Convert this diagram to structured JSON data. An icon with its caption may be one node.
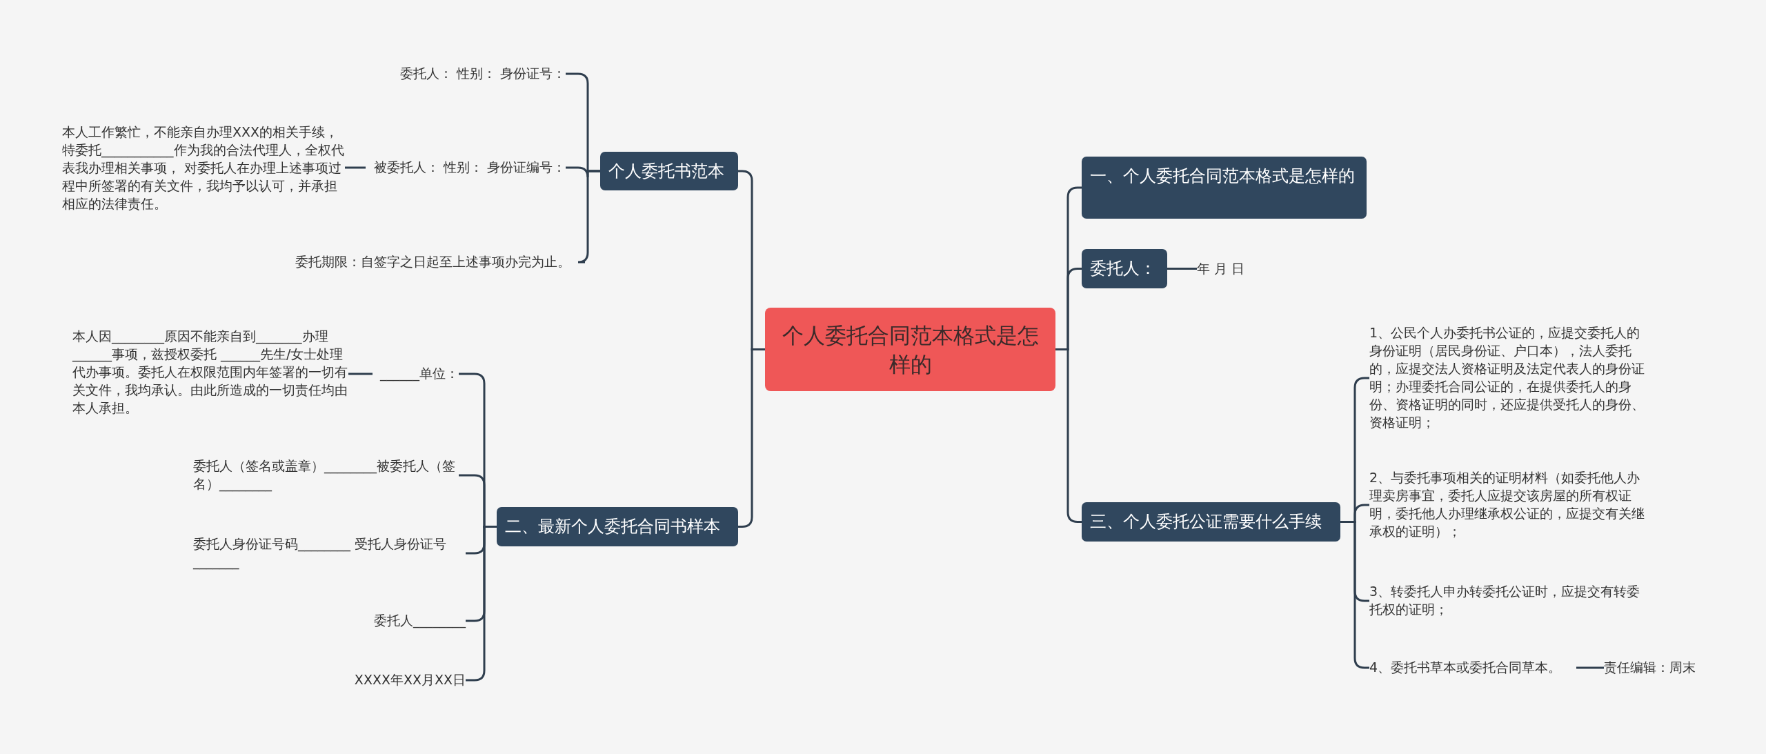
{
  "diagram": {
    "nodes": [
      {
        "text": [
          "个人委托合同范本格式是怎样的"
        ]
      },
      {
        "text": [
          "个人委托书范本"
        ]
      },
      {
        "text": [
          "委托人：  性别：  身份证号："
        ]
      },
      {
        "text": [
          "被委托人：  性别：  身份证编号："
        ]
      },
      {
        "text": [
          "本人工作繁忙，不能亲自办理XXX的相关手续，特委托___________作为我的合法代理人，全权代表我办理相关事项， 对委托人在办理上述事项过程中所签署的有关文件，我均予以认可，并承担相应的法律责任。"
        ]
      },
      {
        "text": [
          "委托期限：自签字之日起至上述事项办完为止。"
        ]
      },
      {
        "text": [
          "二、最新个人委托合同书样本"
        ]
      },
      {
        "text": [
          "______单位："
        ]
      },
      {
        "text": [
          "本人因________原因不能亲自到_______办理______事项，兹授权委托 ______先生/女士处理代办事项。委托人在权限范围内年签署的一切有关文件，我均承认。由此所造成的一切责任均由本人承担。"
        ]
      },
      {
        "text": [
          "委托人（签名或盖章）________被委托人（签名）________"
        ]
      },
      {
        "text": [
          "委托人身份证号码________ 受托人身份证号_______"
        ]
      },
      {
        "text": [
          "委托人________"
        ]
      },
      {
        "text": [
          "XXXX年XX月XX日"
        ]
      },
      {
        "text": [
          "一、个人委托合同范本格式是怎样的"
        ]
      },
      {
        "text": [
          "委托人："
        ]
      },
      {
        "text": [
          "年 月 日"
        ]
      },
      {
        "text": [
          "三、个人委托公证需要什么手续"
        ]
      },
      {
        "text": [
          "1、公民个人办委托书公证的，应提交委托人的身份证明（居民身份证、户口本），法人委托的，应提交法人资格证明及法定代表人的身份证明；办理委托合同公证的，在提供委托人的身份、资格证明的同时，还应提供受托人的身份、资格证明；"
        ]
      },
      {
        "text": [
          "2、与委托事项相关的证明材料（如委托他人办理卖房事宜，委托人应提交该房屋的所有权证明，委托他人办理继承权公证的，应提交有关继承权的证明）；"
        ]
      },
      {
        "text": [
          "3、转委托人申办转委托公证时，应提交有转委托权的证明；"
        ]
      },
      {
        "text": [
          "4、委托书草本或委托合同草本。"
        ]
      },
      {
        "text": [
          "责任编辑：周末"
        ]
      }
    ],
    "edges": [
      {
        "from": 0,
        "to": 1,
        "arrow": "none"
      },
      {
        "from": 0,
        "to": 6,
        "arrow": "none"
      },
      {
        "from": 0,
        "to": 13,
        "arrow": "none"
      },
      {
        "from": 0,
        "to": 14,
        "arrow": "none"
      },
      {
        "from": 0,
        "to": 16,
        "arrow": "none"
      },
      {
        "from": 1,
        "to": 2,
        "arrow": "none"
      },
      {
        "from": 1,
        "to": 3,
        "arrow": "none"
      },
      {
        "from": 1,
        "to": 5,
        "arrow": "none"
      },
      {
        "from": 3,
        "to": 4,
        "arrow": "none"
      },
      {
        "from": 6,
        "to": 7,
        "arrow": "none"
      },
      {
        "from": 6,
        "to": 9,
        "arrow": "none"
      },
      {
        "from": 6,
        "to": 10,
        "arrow": "none"
      },
      {
        "from": 6,
        "to": 11,
        "arrow": "none"
      },
      {
        "from": 6,
        "to": 12,
        "arrow": "none"
      },
      {
        "from": 7,
        "to": 8,
        "arrow": "none"
      },
      {
        "from": 14,
        "to": 15,
        "arrow": "none"
      },
      {
        "from": 16,
        "to": 17,
        "arrow": "none"
      },
      {
        "from": 16,
        "to": 18,
        "arrow": "none"
      },
      {
        "from": 16,
        "to": 19,
        "arrow": "none"
      },
      {
        "from": 16,
        "to": 20,
        "arrow": "none"
      },
      {
        "from": 20,
        "to": 21,
        "arrow": "none"
      }
    ]
  }
}
